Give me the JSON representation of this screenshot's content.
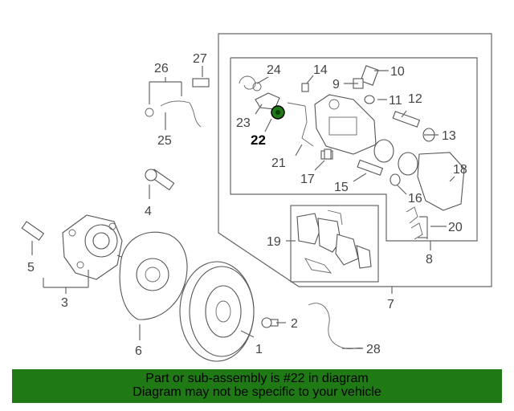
{
  "diagram": {
    "callouts": [
      "1",
      "2",
      "3",
      "4",
      "5",
      "6",
      "7",
      "8",
      "10",
      "11",
      "12",
      "13",
      "14",
      "15",
      "16",
      "17",
      "18",
      "19",
      "20",
      "21",
      "22",
      "23",
      "24",
      "25",
      "26",
      "27",
      "28",
      "9"
    ],
    "highlighted_part": "22",
    "highlight_color": "#1f7a16"
  },
  "banner": {
    "line1": "Part or sub-assembly is #22 in diagram",
    "line2": "Diagram may not be specific to your vehicle",
    "background": "#1f7a16"
  }
}
